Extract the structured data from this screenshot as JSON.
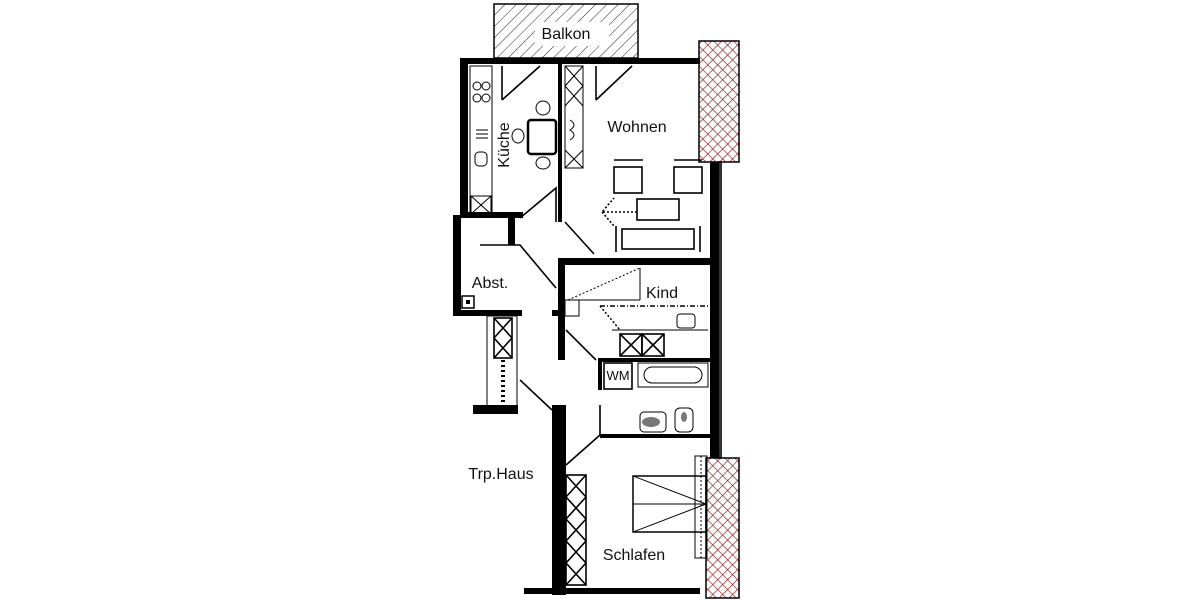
{
  "rooms": {
    "balkon": "Balkon",
    "wohnen": "Wohnen",
    "kueche": "Küche",
    "abst": "Abst.",
    "kind": "Kind",
    "wm": "WM",
    "treppenhaus": "Trp.Haus",
    "schlafen": "Schlafen"
  },
  "colors": {
    "walls": "#000000",
    "planter_hatch": "#8b1a1a",
    "background": "#ffffff"
  }
}
